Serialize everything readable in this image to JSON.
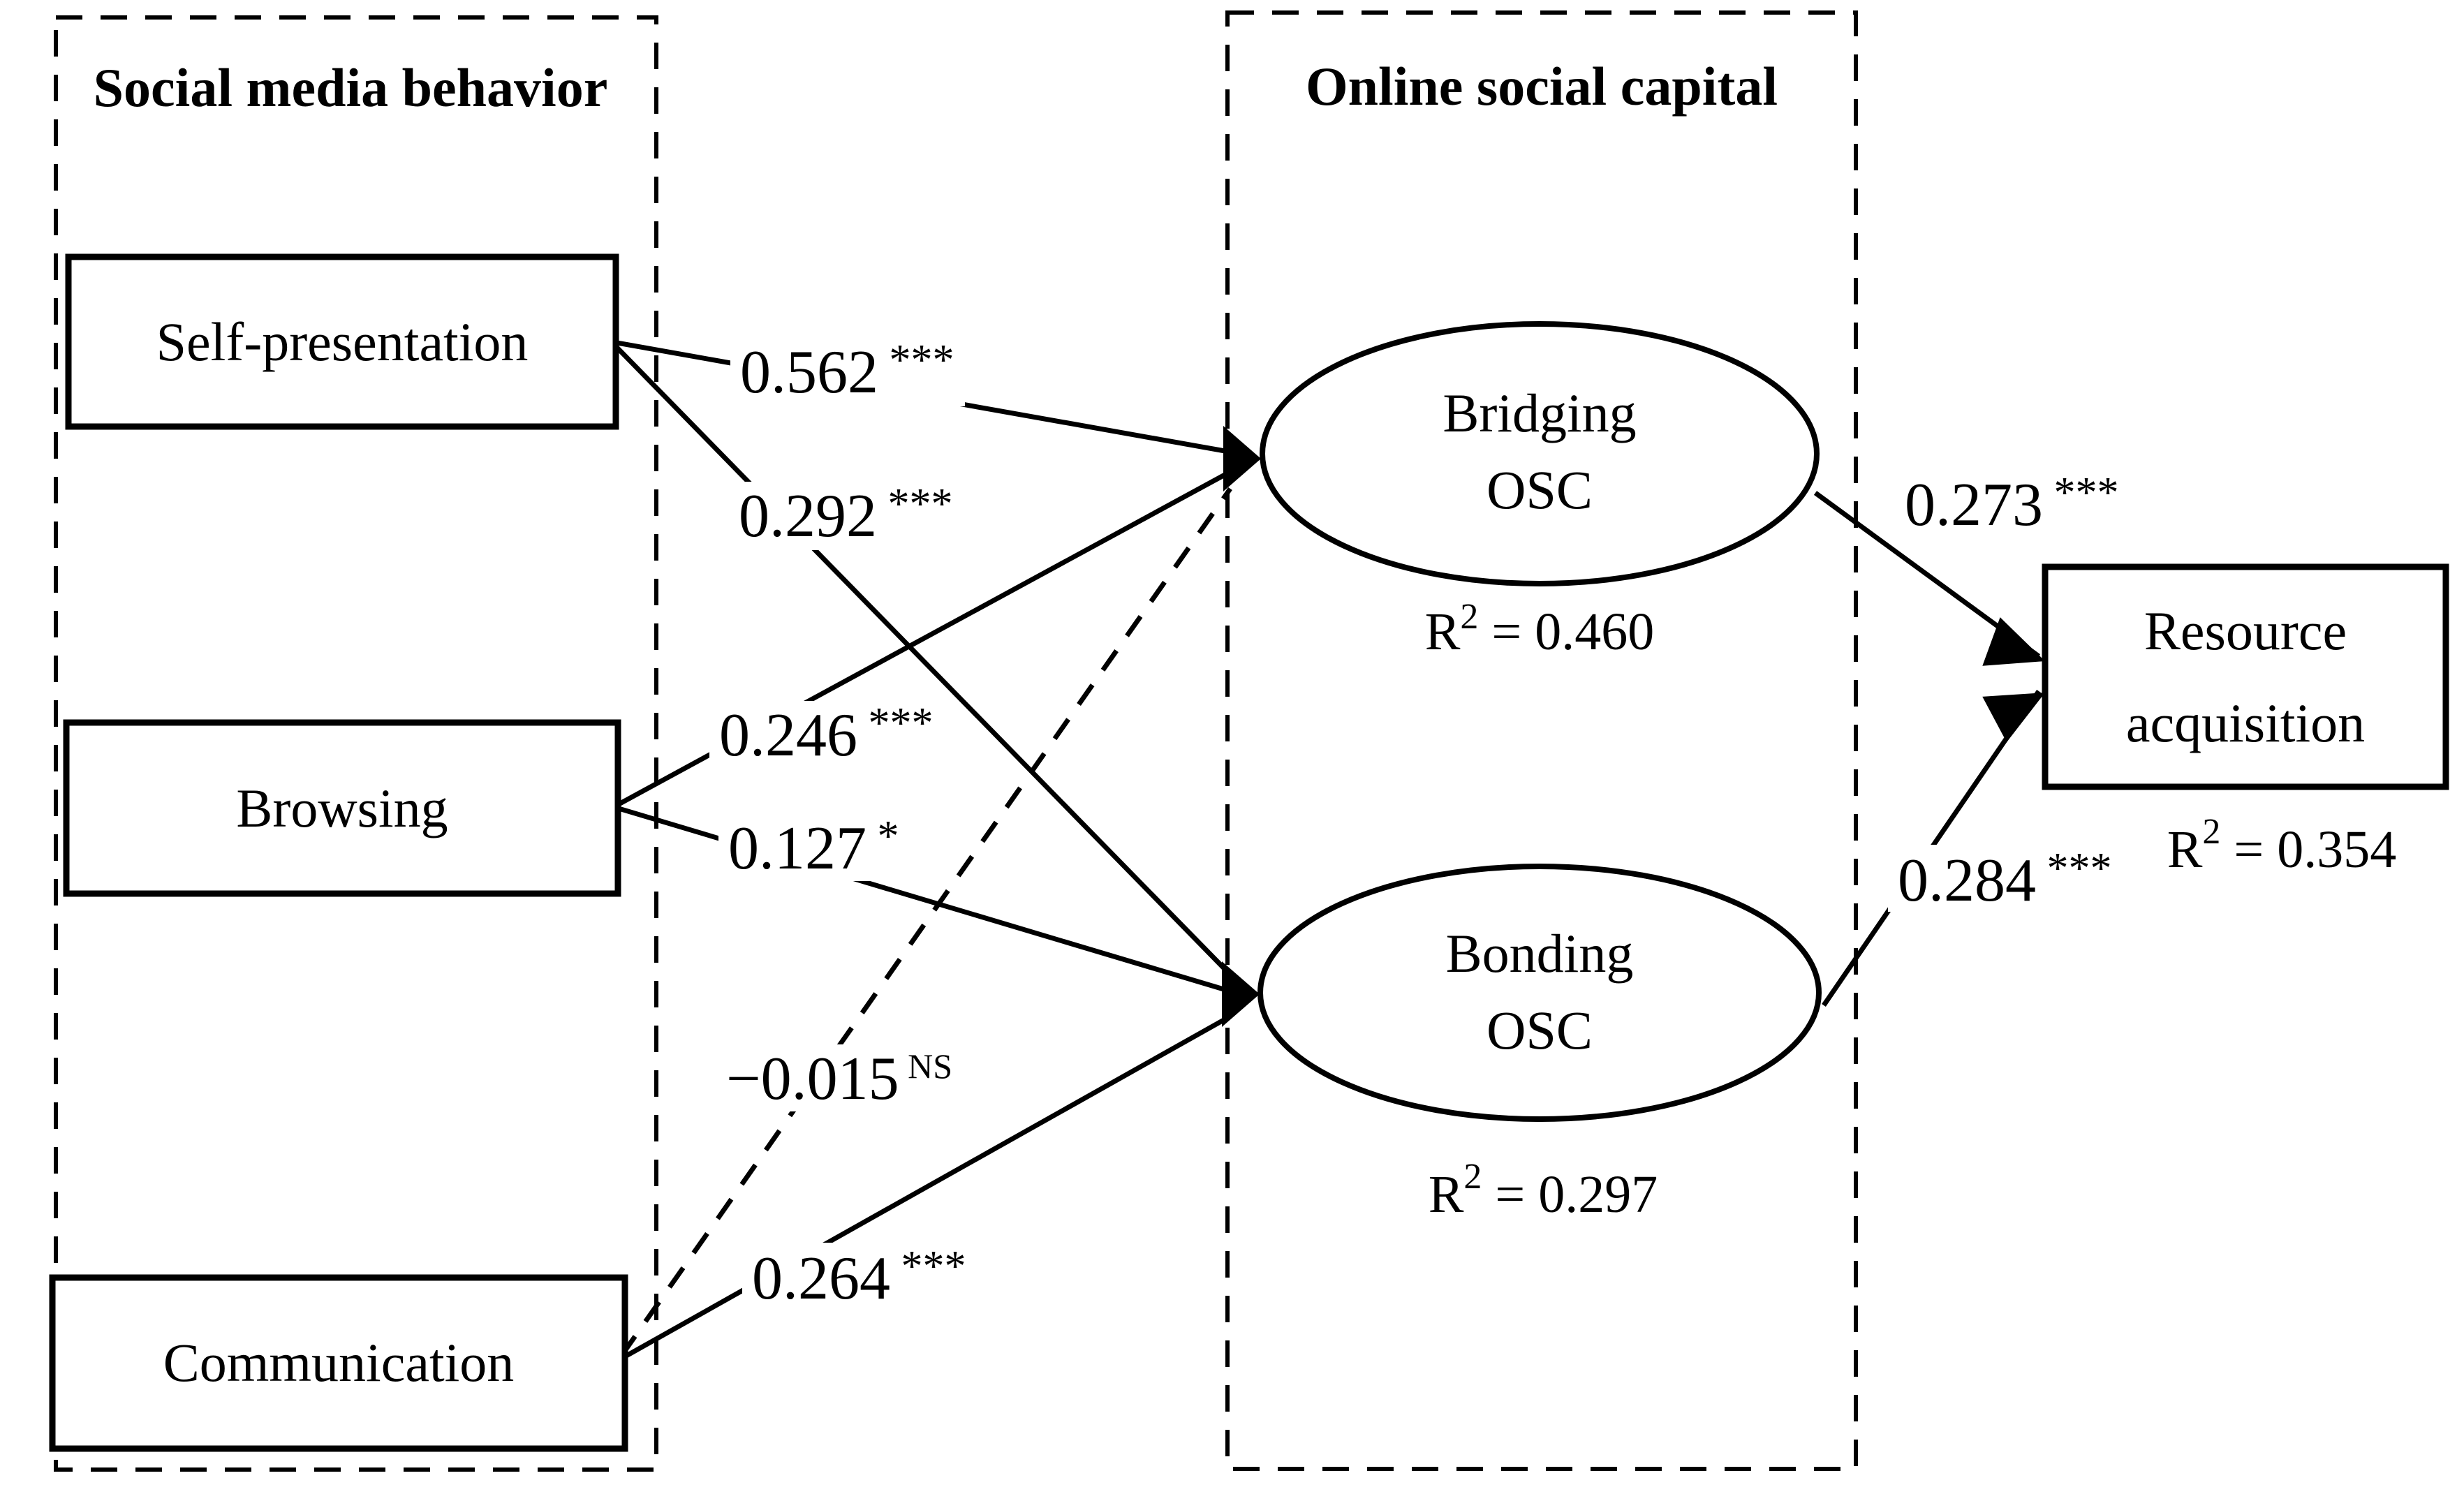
{
  "diagram": {
    "behavior_group": {
      "title": "Social media behavior"
    },
    "osc_group": {
      "title": "Online social capital"
    },
    "nodes": {
      "self_presentation": {
        "label": "Self-presentation"
      },
      "browsing": {
        "label": "Browsing"
      },
      "communication": {
        "label": "Communication"
      },
      "bridging_osc": {
        "line1": "Bridging",
        "line2": "OSC",
        "r2_base": "R",
        "r2_exp": "2",
        "r2_eq": " = 0.460"
      },
      "bonding_osc": {
        "line1": "Bonding",
        "line2": "OSC",
        "r2_base": "R",
        "r2_exp": "2",
        "r2_eq": " = 0.297"
      },
      "resource_acquisition": {
        "line1": "Resource",
        "line2": "acquisition",
        "r2_base": "R",
        "r2_exp": "2",
        "r2_eq": " = 0.354"
      }
    },
    "paths": {
      "self_to_bridging": {
        "coef": "0.562",
        "sig": " ***"
      },
      "self_to_bonding": {
        "coef": "0.292",
        "sig": " ***"
      },
      "browsing_to_bridging": {
        "coef": "0.246",
        "sig": " ***"
      },
      "browsing_to_bonding": {
        "coef": "0.127",
        "sig": " *"
      },
      "communication_to_bridging": {
        "coef": "−0.015",
        "sig": " NS"
      },
      "communication_to_bonding": {
        "coef": "0.264",
        "sig": " ***"
      },
      "bridging_to_resource": {
        "coef": "0.273",
        "sig": " ***"
      },
      "bonding_to_resource": {
        "coef": "0.284",
        "sig": " ***"
      }
    },
    "colors": {
      "ink": "#000000",
      "background": "#ffffff"
    }
  }
}
